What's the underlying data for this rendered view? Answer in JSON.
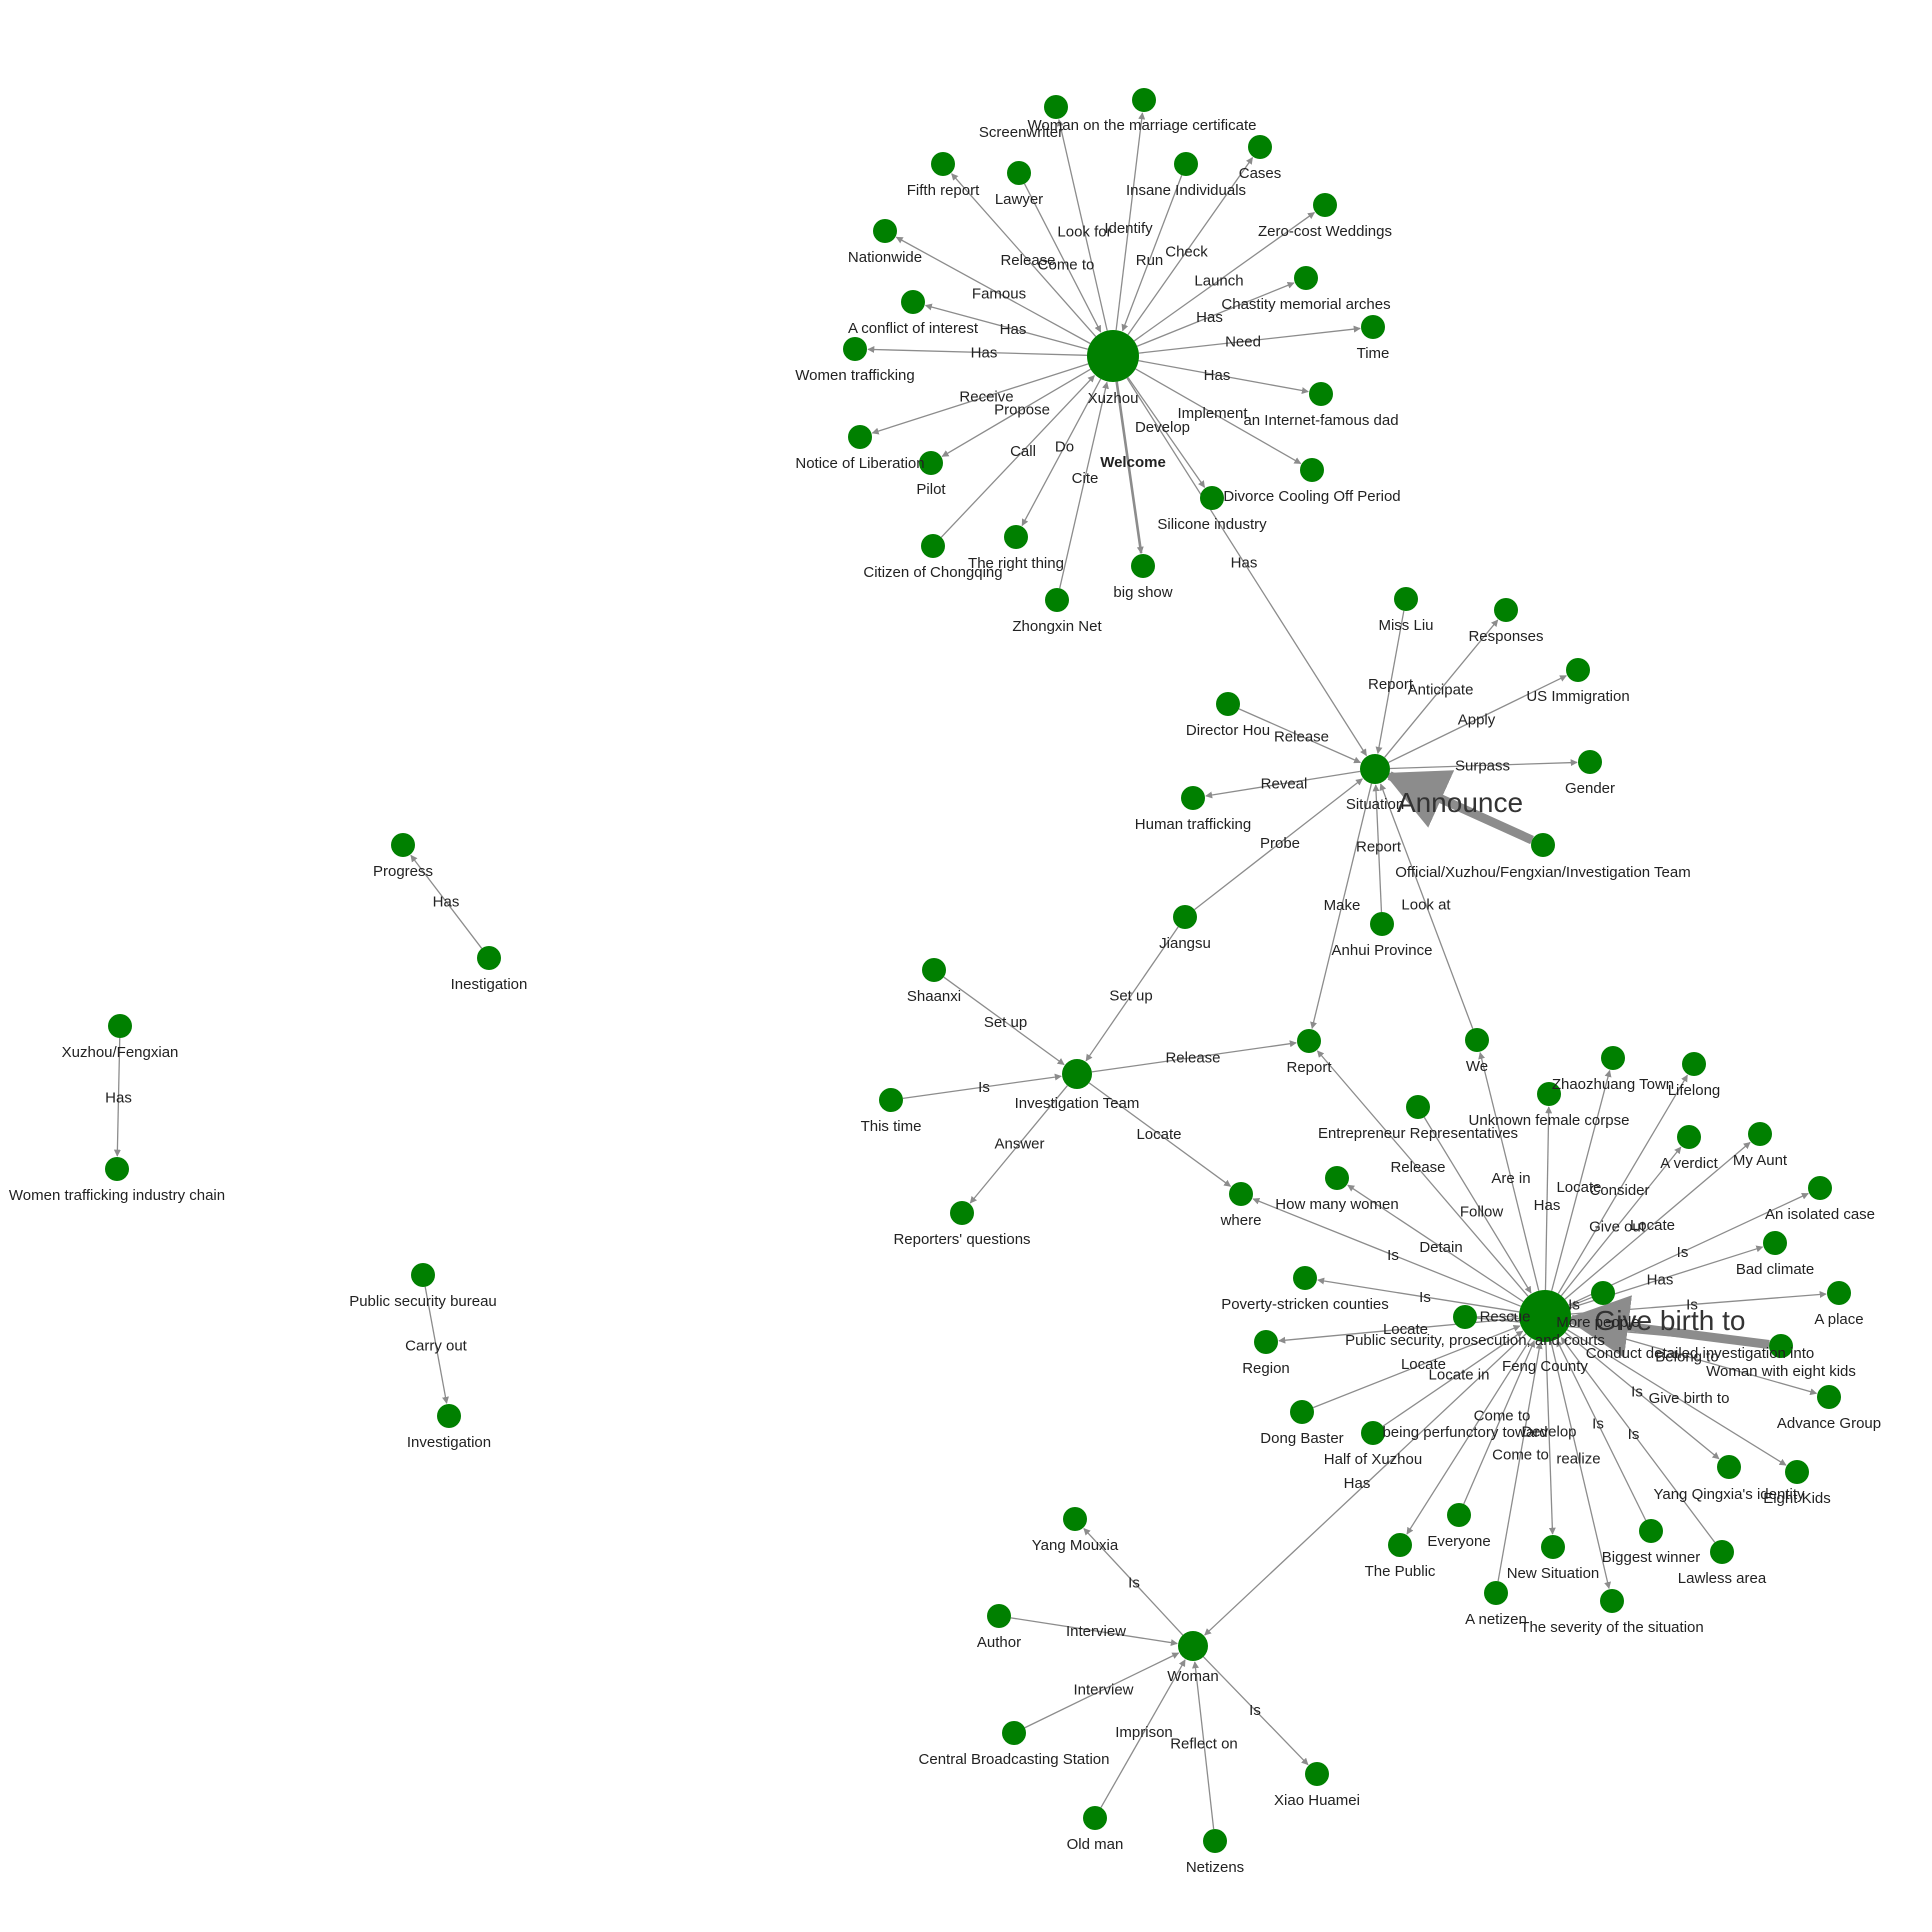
{
  "colors": {
    "node": "#008000",
    "edge": "#8c8c8c"
  },
  "nodes": [
    {
      "id": "xuzhou",
      "label": "Xuzhou",
      "size": "large"
    },
    {
      "id": "situation",
      "label": "Situation",
      "size": "medium"
    },
    {
      "id": "fengcounty",
      "label": "Feng County",
      "size": "large"
    },
    {
      "id": "invteam",
      "label": "Investigation Team",
      "size": "medium"
    },
    {
      "id": "woman",
      "label": "Woman",
      "size": "medium"
    },
    {
      "id": "screenwriter",
      "label": "Screenwriter"
    },
    {
      "id": "womancert",
      "label": "Woman on the marriage certificate"
    },
    {
      "id": "fifthreport",
      "label": "Fifth report"
    },
    {
      "id": "lawyer",
      "label": "Lawyer"
    },
    {
      "id": "insane",
      "label": "Insane Individuals"
    },
    {
      "id": "cases",
      "label": "Cases"
    },
    {
      "id": "nationwide",
      "label": "Nationwide"
    },
    {
      "id": "zerocost",
      "label": "Zero-cost Weddings"
    },
    {
      "id": "conflict",
      "label": "A conflict of interest"
    },
    {
      "id": "chastity",
      "label": "Chastity memorial arches"
    },
    {
      "id": "womentraf",
      "label": "Women trafficking"
    },
    {
      "id": "time",
      "label": "Time"
    },
    {
      "id": "internetdad",
      "label": "an Internet-famous dad"
    },
    {
      "id": "notice",
      "label": "Notice of Liberation"
    },
    {
      "id": "pilot",
      "label": "Pilot"
    },
    {
      "id": "divorce",
      "label": "Divorce Cooling Off Period"
    },
    {
      "id": "silicone",
      "label": "Silicone industry"
    },
    {
      "id": "citizen",
      "label": "Citizen of Chongqing"
    },
    {
      "id": "rightthing",
      "label": "The right thing"
    },
    {
      "id": "bigshow",
      "label": "big show"
    },
    {
      "id": "zhongxin",
      "label": "Zhongxin Net"
    },
    {
      "id": "missliu",
      "label": "Miss Liu"
    },
    {
      "id": "responses",
      "label": "Responses"
    },
    {
      "id": "usimm",
      "label": "US Immigration"
    },
    {
      "id": "directorhou",
      "label": "Director Hou"
    },
    {
      "id": "gender",
      "label": "Gender"
    },
    {
      "id": "humantraf",
      "label": "Human trafficking"
    },
    {
      "id": "official",
      "label": "Official/Xuzhou/Fengxian/Investigation Team"
    },
    {
      "id": "jiangsu",
      "label": "Jiangsu"
    },
    {
      "id": "anhui",
      "label": "Anhui Province"
    },
    {
      "id": "progress",
      "label": "Progress"
    },
    {
      "id": "inestigation",
      "label": "Inestigation"
    },
    {
      "id": "shaanxi",
      "label": "Shaanxi"
    },
    {
      "id": "report",
      "label": "Report"
    },
    {
      "id": "we",
      "label": "We"
    },
    {
      "id": "xuzhoufeng",
      "label": "Xuzhou/Fengxian"
    },
    {
      "id": "thistime",
      "label": "This time"
    },
    {
      "id": "zhaozhuang",
      "label": "Zhaozhuang Town"
    },
    {
      "id": "lifelong",
      "label": "Lifelong"
    },
    {
      "id": "unknownfemale",
      "label": "Unknown female corpse"
    },
    {
      "id": "entrepreneur",
      "label": "Entrepreneur Representatives"
    },
    {
      "id": "verdict",
      "label": "A verdict"
    },
    {
      "id": "myaunt",
      "label": "My Aunt"
    },
    {
      "id": "womentrafchain",
      "label": "Women trafficking industry chain"
    },
    {
      "id": "reporters",
      "label": "Reporters' questions"
    },
    {
      "id": "howmany",
      "label": "How many women"
    },
    {
      "id": "where",
      "label": "where"
    },
    {
      "id": "isolated",
      "label": "An isolated case"
    },
    {
      "id": "badclimate",
      "label": "Bad climate"
    },
    {
      "id": "psb",
      "label": "Public security bureau"
    },
    {
      "id": "poverty",
      "label": "Poverty-stricken counties"
    },
    {
      "id": "aplace",
      "label": "A place"
    },
    {
      "id": "morepeople",
      "label": "More people"
    },
    {
      "id": "pspc",
      "label": "Public security, prosecution, and courts"
    },
    {
      "id": "region",
      "label": "Region"
    },
    {
      "id": "womaneight",
      "label": "Woman with eight kids"
    },
    {
      "id": "investigation",
      "label": "Investigation"
    },
    {
      "id": "advance",
      "label": "Advance Group"
    },
    {
      "id": "dongbaster",
      "label": "Dong Baster"
    },
    {
      "id": "halfxuzhou",
      "label": "Half of Xuzhou"
    },
    {
      "id": "yangidentity",
      "label": "Yang Qingxia's identity"
    },
    {
      "id": "eightkids",
      "label": "Eight Kids"
    },
    {
      "id": "thepublic",
      "label": "The Public"
    },
    {
      "id": "everyone",
      "label": "Everyone"
    },
    {
      "id": "biggestwinner",
      "label": "Biggest winner"
    },
    {
      "id": "lawless",
      "label": "Lawless area"
    },
    {
      "id": "newsituation",
      "label": "New Situation"
    },
    {
      "id": "yangmouxia",
      "label": "Yang Mouxia"
    },
    {
      "id": "anetizen",
      "label": "A netizen"
    },
    {
      "id": "severity",
      "label": "The severity of the situation"
    },
    {
      "id": "author",
      "label": "Author"
    },
    {
      "id": "cbs",
      "label": "Central Broadcasting Station"
    },
    {
      "id": "xiaohuamei",
      "label": "Xiao Huamei"
    },
    {
      "id": "oldman",
      "label": "Old man"
    },
    {
      "id": "netizens",
      "label": "Netizens"
    }
  ],
  "edges": [
    {
      "from": "xuzhou",
      "to": "screenwriter",
      "label": "Look for"
    },
    {
      "from": "xuzhou",
      "to": "womancert",
      "label": "Identify"
    },
    {
      "from": "xuzhou",
      "to": "fifthreport",
      "label": "Release"
    },
    {
      "from": "lawyer",
      "to": "xuzhou",
      "label": "Come to"
    },
    {
      "from": "insane",
      "to": "xuzhou",
      "label": "Run"
    },
    {
      "from": "xuzhou",
      "to": "cases",
      "label": "Check"
    },
    {
      "from": "xuzhou",
      "to": "nationwide",
      "label": "Famous"
    },
    {
      "from": "xuzhou",
      "to": "zerocost",
      "label": "Launch"
    },
    {
      "from": "xuzhou",
      "to": "conflict",
      "label": "Has"
    },
    {
      "from": "xuzhou",
      "to": "chastity",
      "label": "Has"
    },
    {
      "from": "xuzhou",
      "to": "womentraf",
      "label": "Has"
    },
    {
      "from": "xuzhou",
      "to": "time",
      "label": "Need"
    },
    {
      "from": "xuzhou",
      "to": "internetdad",
      "label": "Has"
    },
    {
      "from": "xuzhou",
      "to": "notice",
      "label": "Receive"
    },
    {
      "from": "xuzhou",
      "to": "pilot",
      "label": "Propose"
    },
    {
      "from": "xuzhou",
      "to": "divorce",
      "label": "Implement"
    },
    {
      "from": "xuzhou",
      "to": "silicone",
      "label": "Develop"
    },
    {
      "from": "citizen",
      "to": "xuzhou",
      "label": "Call"
    },
    {
      "from": "xuzhou",
      "to": "rightthing",
      "label": "Do"
    },
    {
      "from": "xuzhou",
      "to": "bigshow",
      "label": "Welcome",
      "style": "bold"
    },
    {
      "from": "zhongxin",
      "to": "xuzhou",
      "label": "Cite"
    },
    {
      "from": "xuzhou",
      "to": "situation",
      "label": "Has"
    },
    {
      "from": "missliu",
      "to": "situation",
      "label": "Report"
    },
    {
      "from": "situation",
      "to": "responses",
      "label": "Anticipate"
    },
    {
      "from": "situation",
      "to": "usimm",
      "label": "Apply"
    },
    {
      "from": "directorhou",
      "to": "situation",
      "label": "Release"
    },
    {
      "from": "situation",
      "to": "gender",
      "label": "Surpass"
    },
    {
      "from": "situation",
      "to": "humantraf",
      "label": "Reveal"
    },
    {
      "from": "official",
      "to": "situation",
      "label": "Announce",
      "style": "big"
    },
    {
      "from": "jiangsu",
      "to": "situation",
      "label": "Probe"
    },
    {
      "from": "anhui",
      "to": "situation",
      "label": "Report"
    },
    {
      "from": "situation",
      "to": "report",
      "label": "Make"
    },
    {
      "from": "we",
      "to": "situation",
      "label": "Look at"
    },
    {
      "from": "inestigation",
      "to": "progress",
      "label": "Has"
    },
    {
      "from": "jiangsu",
      "to": "invteam",
      "label": "Set up"
    },
    {
      "from": "shaanxi",
      "to": "invteam",
      "label": "Set up"
    },
    {
      "from": "invteam",
      "to": "report",
      "label": "Release"
    },
    {
      "from": "thistime",
      "to": "invteam",
      "label": "Is"
    },
    {
      "from": "invteam",
      "to": "reporters",
      "label": "Answer"
    },
    {
      "from": "invteam",
      "to": "where",
      "label": "Locate"
    },
    {
      "from": "xuzhoufeng",
      "to": "womentrafchain",
      "label": "Has"
    },
    {
      "from": "psb",
      "to": "investigation",
      "label": "Carry out"
    },
    {
      "from": "fengcounty",
      "to": "report",
      "label": "Release"
    },
    {
      "from": "fengcounty",
      "to": "we",
      "label": "Are in"
    },
    {
      "from": "fengcounty",
      "to": "zhaozhuang",
      "label": "Locate"
    },
    {
      "from": "fengcounty",
      "to": "lifelong",
      "label": "Consider"
    },
    {
      "from": "fengcounty",
      "to": "unknownfemale",
      "label": "Has"
    },
    {
      "from": "entrepreneur",
      "to": "fengcounty",
      "label": "Follow"
    },
    {
      "from": "fengcounty",
      "to": "verdict",
      "label": "Give out"
    },
    {
      "from": "fengcounty",
      "to": "myaunt",
      "label": "Locate"
    },
    {
      "from": "fengcounty",
      "to": "howmany",
      "label": "Detain"
    },
    {
      "from": "fengcounty",
      "to": "where",
      "label": "Is"
    },
    {
      "from": "fengcounty",
      "to": "isolated",
      "label": "Is"
    },
    {
      "from": "fengcounty",
      "to": "badclimate",
      "label": "Has"
    },
    {
      "from": "fengcounty",
      "to": "poverty",
      "label": "Is"
    },
    {
      "from": "fengcounty",
      "to": "aplace",
      "label": "Is"
    },
    {
      "from": "morepeople",
      "to": "fengcounty",
      "label": "Is"
    },
    {
      "from": "pspc",
      "to": "fengcounty",
      "label": "Rescue"
    },
    {
      "from": "fengcounty",
      "to": "region",
      "label": "Locate"
    },
    {
      "from": "womaneight",
      "to": "fengcounty",
      "label": "Give birth to",
      "style": "big"
    },
    {
      "from": "fengcounty",
      "to": "advance",
      "label": "Belong to"
    },
    {
      "from": "dongbaster",
      "to": "fengcounty",
      "label": "Locate"
    },
    {
      "from": "halfxuzhou",
      "to": "fengcounty",
      "label": "Locate in"
    },
    {
      "from": "fengcounty",
      "to": "yangidentity",
      "label": "Is"
    },
    {
      "from": "fengcounty",
      "to": "eightkids",
      "label": "Give birth to"
    },
    {
      "from": "fengcounty",
      "to": "thepublic",
      "label": "being perfunctory toward"
    },
    {
      "from": "everyone",
      "to": "fengcounty",
      "label": "Come to"
    },
    {
      "from": "biggestwinner",
      "to": "fengcounty",
      "label": "Is"
    },
    {
      "from": "lawless",
      "to": "fengcounty",
      "label": "Is"
    },
    {
      "from": "fengcounty",
      "to": "newsituation",
      "label": "Develop"
    },
    {
      "from": "fengcounty",
      "to": "woman",
      "label": "Has"
    },
    {
      "from": "anetizen",
      "to": "fengcounty",
      "label": "Come to"
    },
    {
      "from": "fengcounty",
      "to": "severity",
      "label": "realize"
    },
    {
      "from": "pspc",
      "to": "womaneight",
      "label": "Conduct detailed investigation into"
    },
    {
      "from": "woman",
      "to": "yangmouxia",
      "label": "Is"
    },
    {
      "from": "author",
      "to": "woman",
      "label": "Interview"
    },
    {
      "from": "cbs",
      "to": "woman",
      "label": "Interview"
    },
    {
      "from": "woman",
      "to": "xiaohuamei",
      "label": "Is"
    },
    {
      "from": "oldman",
      "to": "woman",
      "label": "Imprison"
    },
    {
      "from": "netizens",
      "to": "woman",
      "label": "Reflect on"
    }
  ]
}
